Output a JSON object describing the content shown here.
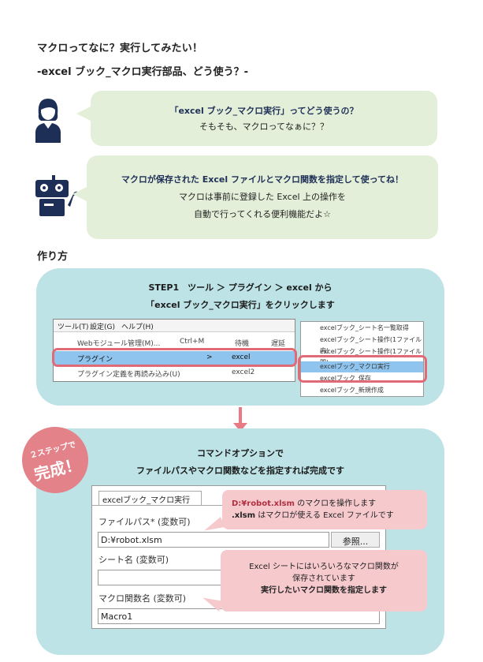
{
  "title": {
    "line1": "マクロってなに？実行してみたい！",
    "line2": "-excel ブック_マクロ実行部品、どう使う？-"
  },
  "chat": {
    "user_line1": "「excel ブック_マクロ実行」ってどう使うの？",
    "user_line2": "そもそも、マクロってなぁに？？",
    "bot_line1": "マクロが保存された Excel ファイルとマクロ関数を指定して使ってね！",
    "bot_line2": "マクロは事前に登録した Excel 上の操作を",
    "bot_line3": "自動で行ってくれる便利機能だよ☆"
  },
  "howto_heading": "作り方",
  "step1": {
    "line1": "STEP1　ツール ＞ プラグイン ＞ excel から",
    "line2": "「excel ブック_マクロ実行」をクリックします",
    "menubar": [
      "ツール(T)",
      "設定(G)",
      "ヘルプ(H)"
    ],
    "menu_rows": [
      {
        "label": "Webモジュール管理(M)...",
        "shortcut": "Ctrl+M",
        "col3": "待機",
        "col4": "遅延"
      },
      {
        "label": "プラグイン",
        "shortcut": ">",
        "col3": "excel",
        "col4": ""
      },
      {
        "label": "プラグイン定義を再読み込み(U)",
        "shortcut": "",
        "col3": "excel2",
        "col4": ""
      }
    ],
    "submenu": [
      "excelブック_シート名一覧取得",
      "excelブック_シート操作(1ファイル内)",
      "excelブック_シート操作(1ファイル間)",
      "excelブック_マクロ実行",
      "excelブック_保存",
      "excelブック_新規作成"
    ]
  },
  "step2": {
    "badge_line1": "２ステップで",
    "badge_line2": "完成！",
    "line1": "コマンドオプションで",
    "line2": "ファイルパスやマクロ関数などを指定すれば完成です",
    "dialog": {
      "tab": "excelブック_マクロ実行",
      "file_label": "ファイルパス* (変数可)",
      "file_value": "D:¥robot.xlsm",
      "browse": "参照...",
      "sheet_label": "シート名 (変数可)",
      "sheet_value": "",
      "macro_label": "マクロ関数名 (変数可)",
      "macro_value": "Macro1"
    },
    "note1_path": "D:¥robot.xlsm",
    "note1_line1_rest": " のマクロを操作します",
    "note1_line2_ext": ".xlsm",
    "note1_line2_rest": " はマクロが使える Excel ファイルです",
    "note2_line1": "Excel シートにはいろいろなマクロ関数が",
    "note2_line2": "保存されています",
    "note2_line3": "実行したいマクロ関数を指定します"
  },
  "colors": {
    "navy": "#1e2f57",
    "bubble_green": "#e3efd8",
    "panel_blue": "#bde3e6",
    "highlight_red": "#e06b76",
    "note_pink": "#f6c9cd",
    "menu_select": "#8fc4ef"
  }
}
